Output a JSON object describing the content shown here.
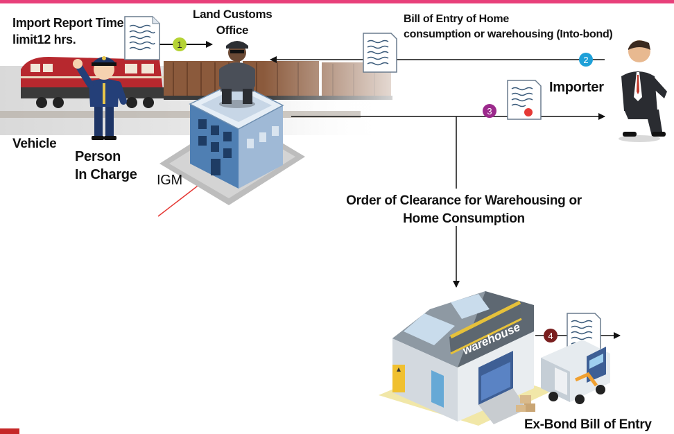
{
  "labels": {
    "import_report_time": "Import Report Time",
    "limit": "limit12 hrs.",
    "land_customs_office": [
      "Land Customs",
      "Office"
    ],
    "bill_of_entry": [
      "Bill of Entry of Home",
      "consumption or warehousing (Into-bond)"
    ],
    "importer": "Importer",
    "vehicle": "Vehicle",
    "person_in_charge": [
      "Person",
      "In Charge"
    ],
    "igm": "IGM",
    "order_of_clearance": [
      "Order of Clearance for Warehousing or",
      "Home Consumption"
    ],
    "ex_bond": "Ex-Bond Bill of Entry",
    "warehouse_sign": "warehouse"
  },
  "steps": [
    "1",
    "2",
    "3",
    "4"
  ],
  "colors": {
    "step1": "#b5d334",
    "step2": "#1ea0d8",
    "step3": "#9c2a8c",
    "step4": "#7a1f1f",
    "accent_bar": "#e8407a",
    "pointer": "#e53935"
  },
  "icons": [
    "document-icon",
    "train-icon",
    "guard-icon",
    "building-icon",
    "businessman-icon",
    "warehouse-icon",
    "truck-icon",
    "boxes-icon",
    "police-officer-icon"
  ]
}
